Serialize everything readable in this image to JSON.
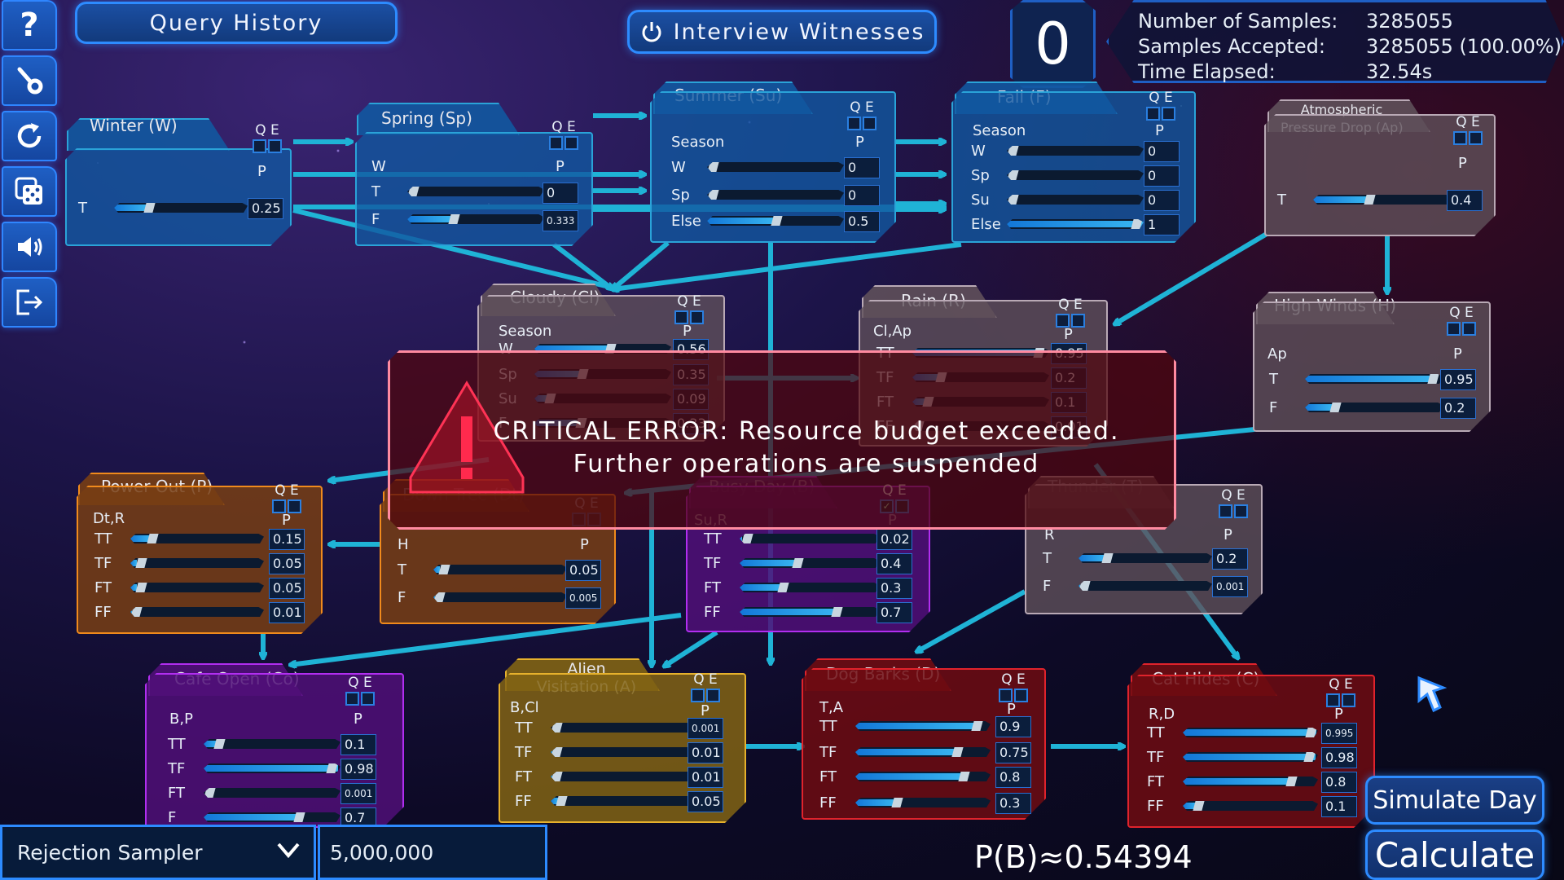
{
  "sidebar": {
    "items": [
      {
        "name": "help",
        "icon": "question-mark-icon",
        "glyph": "?"
      },
      {
        "name": "tool",
        "icon": "key-tool-icon"
      },
      {
        "name": "reset",
        "icon": "refresh-icon"
      },
      {
        "name": "random",
        "icon": "dice-icon"
      },
      {
        "name": "sound",
        "icon": "speaker-icon"
      },
      {
        "name": "exit",
        "icon": "exit-icon"
      }
    ]
  },
  "header": {
    "query_history": "Query History",
    "interview_witnesses": "Interview Witnesses",
    "counter": "0"
  },
  "stats": {
    "samples_label": "Number of Samples:",
    "samples_value": "3285055",
    "accepted_label": "Samples Accepted:",
    "accepted_value": "3285055 (100.00%)",
    "time_label": "Time Elapsed:",
    "time_value": "32.54s"
  },
  "qe": {
    "q": "Q",
    "e": "E",
    "p": "P"
  },
  "nodes": {
    "winter": {
      "title": "Winter (W)",
      "parents": "",
      "rows": [
        {
          "label": "T",
          "value": "0.25"
        }
      ]
    },
    "spring": {
      "title": "Spring (Sp)",
      "parents": "W",
      "rows": [
        {
          "label": "T",
          "value": "0"
        },
        {
          "label": "F",
          "value": "0.333"
        }
      ]
    },
    "summer": {
      "title": "Summer (Su)",
      "parents": "Season",
      "rows": [
        {
          "label": "W",
          "value": "0"
        },
        {
          "label": "Sp",
          "value": "0"
        },
        {
          "label": "Else",
          "value": "0.5"
        }
      ]
    },
    "fall": {
      "title": "Fall (F)",
      "parents": "Season",
      "rows": [
        {
          "label": "W",
          "value": "0"
        },
        {
          "label": "Sp",
          "value": "0"
        },
        {
          "label": "Su",
          "value": "0"
        },
        {
          "label": "Else",
          "value": "1"
        }
      ]
    },
    "atmospheric": {
      "title": "Atmospheric Pressure Drop (Ap)",
      "title_line1": "Atmospheric",
      "title_line2": "Pressure Drop (Ap)",
      "parents": "",
      "rows": [
        {
          "label": "T",
          "value": "0.4"
        }
      ]
    },
    "cloudy": {
      "title": "Cloudy (Cl)",
      "parents": "Season",
      "rows": [
        {
          "label": "W",
          "value": "0.56"
        },
        {
          "label": "Sp",
          "value": "0.35"
        },
        {
          "label": "Su",
          "value": "0.09"
        },
        {
          "label": "F",
          "value": "0.33"
        }
      ]
    },
    "rain": {
      "title": "Rain (R)",
      "parents": "Cl,Ap",
      "rows": [
        {
          "label": "TT",
          "value": "0.95"
        },
        {
          "label": "TF",
          "value": "0.2"
        },
        {
          "label": "FT",
          "value": "0.1"
        },
        {
          "label": "FF",
          "value": "0.01"
        }
      ]
    },
    "high_winds": {
      "title": "High Winds (H)",
      "parents": "Ap",
      "rows": [
        {
          "label": "T",
          "value": "0.95"
        },
        {
          "label": "F",
          "value": "0.2"
        }
      ]
    },
    "power_out": {
      "title": "Power Out (P)",
      "parents": "Dt,R",
      "rows": [
        {
          "label": "TT",
          "value": "0.15"
        },
        {
          "label": "TF",
          "value": "0.05"
        },
        {
          "label": "FT",
          "value": "0.05"
        },
        {
          "label": "FF",
          "value": "0.01"
        }
      ]
    },
    "down_tree": {
      "title": "Down Tree (Dt)",
      "parents": "H",
      "rows": [
        {
          "label": "T",
          "value": "0.05"
        },
        {
          "label": "F",
          "value": "0.005"
        }
      ]
    },
    "busy_day": {
      "title": "Busy Day (B)",
      "parents": "Su,R",
      "query_checked": true,
      "check": "✓",
      "rows": [
        {
          "label": "TT",
          "value": "0.02"
        },
        {
          "label": "TF",
          "value": "0.4"
        },
        {
          "label": "FT",
          "value": "0.3"
        },
        {
          "label": "FF",
          "value": "0.7"
        }
      ]
    },
    "thunder": {
      "title": "Thunder (T)",
      "parents": "R",
      "rows": [
        {
          "label": "T",
          "value": "0.2"
        },
        {
          "label": "F",
          "value": "0.001"
        }
      ]
    },
    "cafe_open": {
      "title": "Cafe Open (Co)",
      "parents": "B,P",
      "rows": [
        {
          "label": "TT",
          "value": "0.1"
        },
        {
          "label": "TF",
          "value": "0.98"
        },
        {
          "label": "FT",
          "value": "0.001"
        },
        {
          "label": "F",
          "value": "0.7"
        }
      ]
    },
    "alien": {
      "title": "Alien Visitation (A)",
      "title_line1": "Alien",
      "title_line2": "Visitation (A)",
      "parents": "B,Cl",
      "rows": [
        {
          "label": "TT",
          "value": "0.001"
        },
        {
          "label": "TF",
          "value": "0.01"
        },
        {
          "label": "FT",
          "value": "0.01"
        },
        {
          "label": "FF",
          "value": "0.05"
        }
      ]
    },
    "dog_barks": {
      "title": "Dog Barks (D)",
      "parents": "T,A",
      "rows": [
        {
          "label": "TT",
          "value": "0.9"
        },
        {
          "label": "TF",
          "value": "0.75"
        },
        {
          "label": "FT",
          "value": "0.8"
        },
        {
          "label": "FF",
          "value": "0.3"
        }
      ]
    },
    "cat_hides": {
      "title": "Cat Hides (C)",
      "parents": "R,D",
      "rows": [
        {
          "label": "TT",
          "value": "0.995"
        },
        {
          "label": "TF",
          "value": "0.98"
        },
        {
          "label": "FT",
          "value": "0.8"
        },
        {
          "label": "FF",
          "value": "0.1"
        }
      ]
    }
  },
  "error": {
    "line1": "CRITICAL ERROR: Resource budget exceeded.",
    "line2": "Further operations are suspended",
    "icon": "warning-triangle-icon",
    "color": "#ff3355"
  },
  "bottom": {
    "sampler": "Rejection Sampler",
    "num_samples": "5,000,000",
    "result": "P(B)≈0.54394",
    "simulate_day": "Simulate Day",
    "calculate": "Calculate"
  },
  "colors": {
    "accent": "#2d8bff",
    "edge": "#1fb3d6",
    "error": "#ff3355"
  }
}
